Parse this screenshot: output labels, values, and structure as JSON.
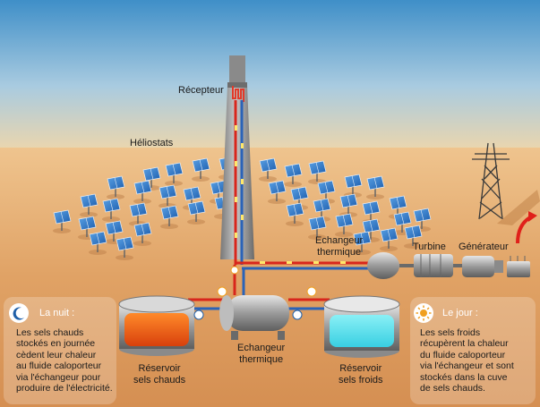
{
  "labels": {
    "receiver": "Récepteur",
    "heliostats": "Héliostats",
    "exchanger_top_line1": "Echangeur",
    "exchanger_top_line2": "thermique",
    "turbine": "Turbine",
    "generator": "Générateur",
    "exchanger_bottom_line1": "Echangeur",
    "exchanger_bottom_line2": "thermique",
    "hot_tank_line1": "Réservoir",
    "hot_tank_line2": "sels chauds",
    "cold_tank_line1": "Réservoir",
    "cold_tank_line2": "sels froids"
  },
  "night": {
    "title": "La nuit :",
    "lines": [
      "Les sels chauds",
      "stockés en journée",
      "cèdent leur chaleur",
      "au fluide caloporteur",
      "via l'échangeur pour",
      "produire de l'électricité."
    ]
  },
  "day": {
    "title": "Le jour :",
    "lines": [
      "Les sels froids",
      "récupèrent la chaleur",
      "du fluide caloporteur",
      "via l'échangeur et sont",
      "stockés dans la cuve",
      "de sels chauds."
    ]
  },
  "colors": {
    "sky_top": "#3f8fc8",
    "sky_bottom": "#f2d7a8",
    "ground": "#e0a265",
    "hot_salt": "#f05a14",
    "cold_salt": "#56e0ee",
    "hot_pipe": "#d8261c",
    "cold_pipe": "#2a63b8",
    "mirror": "#2f77c9",
    "night_accent": "#1f5fa8",
    "day_accent": "#f0a020"
  }
}
